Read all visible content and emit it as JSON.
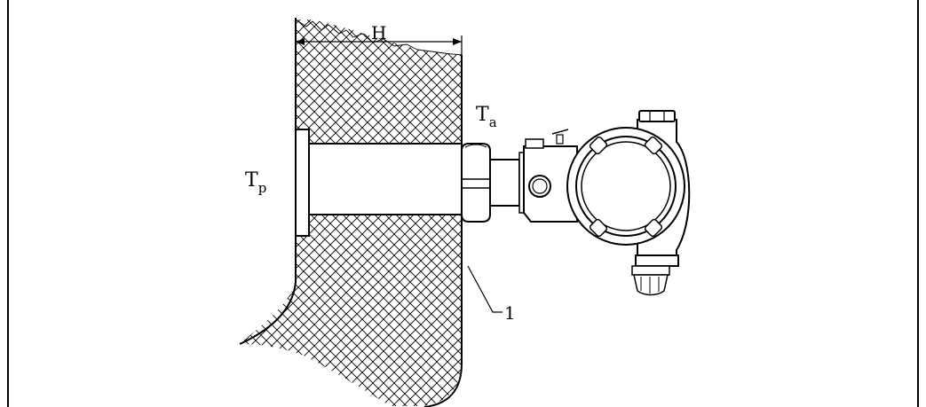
{
  "labels": {
    "height": "H",
    "ambient_temp": "T",
    "ambient_sub": "a",
    "process_temp": "T",
    "process_sub": "p",
    "callout_1": "1"
  },
  "colors": {
    "ink": "#000000",
    "background": "#ffffff"
  }
}
